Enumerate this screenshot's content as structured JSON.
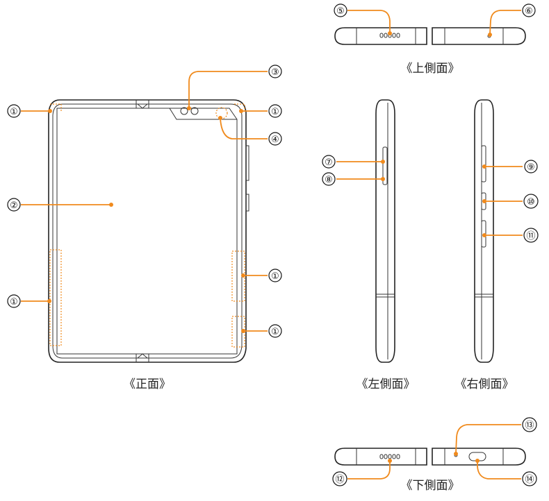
{
  "captions": {
    "front": "《正面》",
    "top": "《上側面》",
    "left": "《左側面》",
    "right": "《右側面》",
    "bottom": "《下側面》"
  },
  "callouts": {
    "c1": "①",
    "c2": "②",
    "c3": "③",
    "c4": "④",
    "c5": "⑤",
    "c6": "⑥",
    "c7": "⑦",
    "c8": "⑧",
    "c9": "⑨",
    "c10": "⑩",
    "c11": "⑪",
    "c12": "⑫",
    "c13": "⑬",
    "c14": "⑭"
  },
  "colors": {
    "leader": "#f08a1c",
    "outline": "#222222"
  }
}
